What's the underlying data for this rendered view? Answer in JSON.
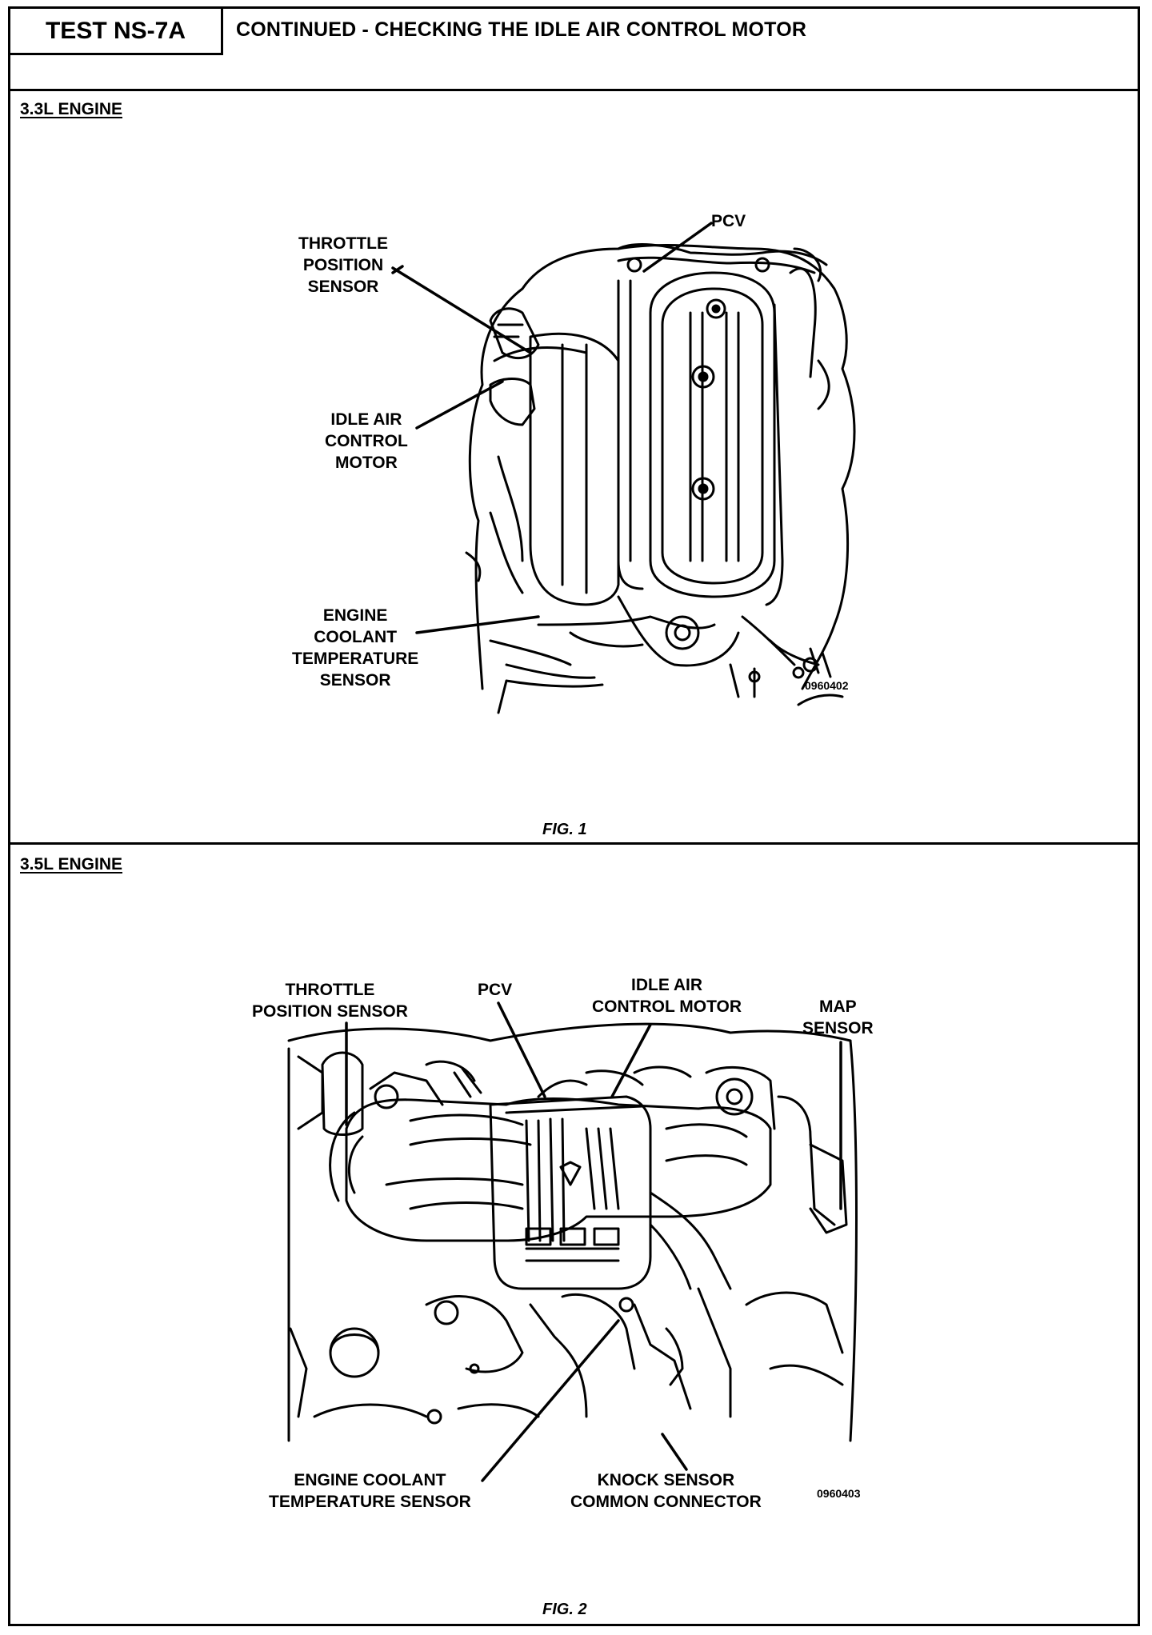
{
  "header": {
    "test_id": "TEST NS-7A",
    "title": "CONTINUED - CHECKING THE IDLE AIR CONTROL MOTOR"
  },
  "section1": {
    "label": "3.3L ENGINE",
    "callouts": {
      "tps": "THROTTLE\nPOSITION\nSENSOR",
      "pcv": "PCV",
      "iac": "IDLE AIR\nCONTROL\nMOTOR",
      "ect": "ENGINE\nCOOLANT\nTEMPERATURE\nSENSOR"
    },
    "part_number": "0960402",
    "figure": "FIG. 1"
  },
  "section2": {
    "label": "3.5L ENGINE",
    "callouts": {
      "tps": "THROTTLE\nPOSITION SENSOR",
      "pcv": "PCV",
      "iac": "IDLE AIR\nCONTROL MOTOR",
      "map": "MAP\nSENSOR",
      "ect": "ENGINE COOLANT\nTEMPERATURE SENSOR",
      "knock": "KNOCK SENSOR\nCOMMON CONNECTOR"
    },
    "part_number": "0960403",
    "figure": "FIG. 2"
  }
}
